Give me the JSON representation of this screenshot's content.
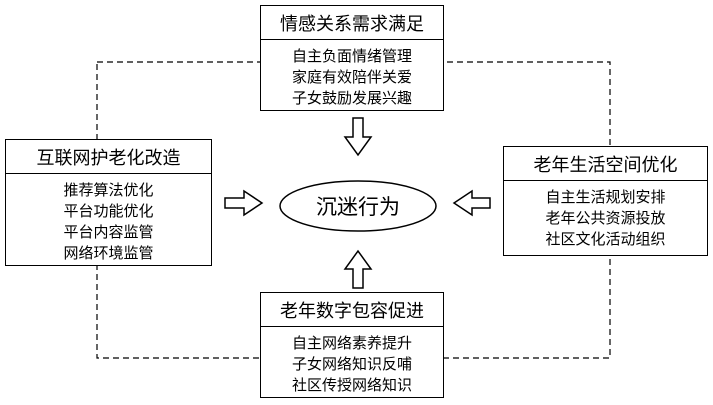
{
  "center": {
    "label": "沉迷行为"
  },
  "boxes": {
    "top": {
      "title": "情感关系需求满足",
      "items": [
        "自主负面情绪管理",
        "家庭有效陪伴关爱",
        "子女鼓励发展兴趣"
      ]
    },
    "left": {
      "title": "互联网护老化改造",
      "items": [
        "推荐算法优化",
        "平台功能优化",
        "平台内容监管",
        "网络环境监管"
      ]
    },
    "right": {
      "title": "老年生活空间优化",
      "items": [
        "自主生活规划安排",
        "老年公共资源投放",
        "社区文化活动组织"
      ]
    },
    "bottom": {
      "title": "老年数字包容促进",
      "items": [
        "自主网络素养提升",
        "子女网络知识反哺",
        "社区传授网络知识"
      ]
    }
  }
}
